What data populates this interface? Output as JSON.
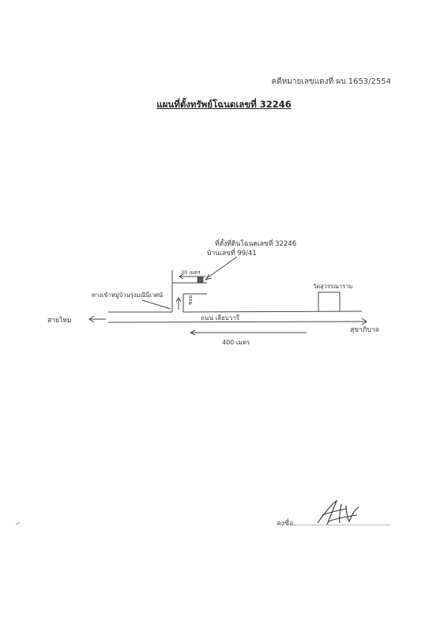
{
  "header": {
    "case_number": "คดีหมายเลขแดงที่ ผบ.1653/2554"
  },
  "title": "แผนที่ตั้งทรัพย์โฉนดเลขที่ 32246",
  "map": {
    "property_label_line1": "ที่ตั้งที่ดินโฉนดเลขที่ 32246",
    "property_label_line2": "บ้านเลขที่ 99/41",
    "distance_top": "30 เมตร",
    "soi_label": "ซอย",
    "village_entrance": "ทางเข้าหมู่บ้านรุ่งมณีนิเวศน์",
    "temple_label": "วัดสุวรรณาราม",
    "road_name": "ถนน เลียบวารี",
    "distance_bottom": "400 เมตร",
    "left_destination": "สายไหม",
    "right_destination": "สุขาภิบาล"
  },
  "signature": {
    "label": "ลงชื่อ"
  }
}
